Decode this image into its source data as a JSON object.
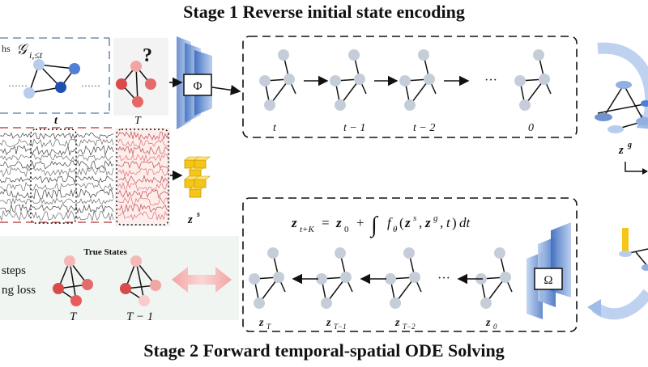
{
  "stage1": {
    "title": "Stage 1 Reverse initial state encoding",
    "graph_label_prefix": "hs",
    "graph_label_math": "𝒢",
    "graph_label_sub": "i,≤t",
    "dots": "……",
    "label_t": "t",
    "label_T": "T",
    "question": "?",
    "phi": "Φ",
    "sequence_labels": [
      "t",
      "t − 1",
      "t − 2",
      "0"
    ],
    "ellipsis": "···",
    "zs": "z",
    "zs_sup": "s",
    "zg": "z",
    "zg_sup": "g"
  },
  "stage2": {
    "title": "Stage 2 Forward temporal-spatial ODE Solving",
    "equation": "z_{t+K} = z_0 + ∫ f_θ(z^s, z^g, t) dt",
    "omega": "Ω",
    "true_states": "True States",
    "left_line1": "steps",
    "left_line2": "ng loss",
    "true_labels": [
      "T",
      "T − 1"
    ],
    "sequence_labels": [
      "z",
      "z",
      "z",
      "z"
    ],
    "sequence_subs": [
      "T",
      "T−1",
      "T−2",
      "0"
    ],
    "ellipsis": "···"
  },
  "colors": {
    "dashed_blue": "#6f8fb8",
    "dashed_red": "#c0504d",
    "node_gray": "#c5ced8",
    "node_blue": "#4f7fd6",
    "node_red": "#d94a4a",
    "node_pink": "#f2a5a5",
    "encoder_blue": "#6f93cf",
    "cube_yellow": "#f5c518",
    "arrow_pink": "#f6b5b5"
  }
}
